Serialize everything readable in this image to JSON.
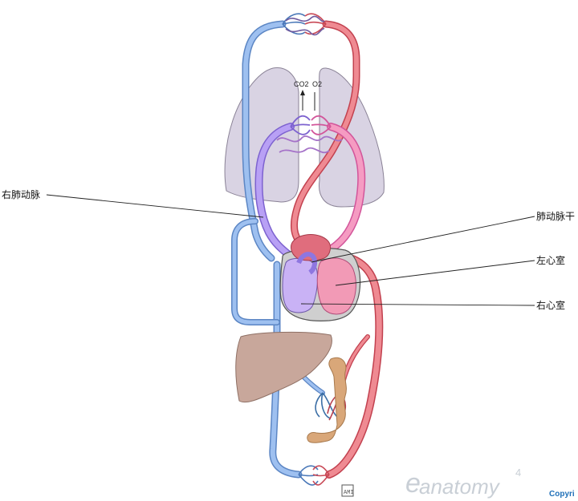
{
  "labels": {
    "right_pulmonary_artery": "右肺动脉",
    "pulmonary_trunk": "肺动脉干",
    "left_ventricle": "左心室",
    "right_ventricle": "右心室"
  },
  "gas_exchange": {
    "co2": "CO2",
    "o2": "O2"
  },
  "watermark": {
    "brand": "anatomy",
    "brand_prefix": "e",
    "version": "4",
    "copyright": "Copyri"
  },
  "colors": {
    "venous_blue": "#7fa7e0",
    "arterial_red": "#e0606e",
    "pulmonary_purple": "#a98ff0",
    "pulmonary_pink": "#f07fb0",
    "lung_fill": "#d9d3e3",
    "liver_fill": "#c8a79b",
    "intestine_fill": "#d9a779",
    "heart_pink": "#f29ab6",
    "heart_violet": "#c9b2f5"
  }
}
